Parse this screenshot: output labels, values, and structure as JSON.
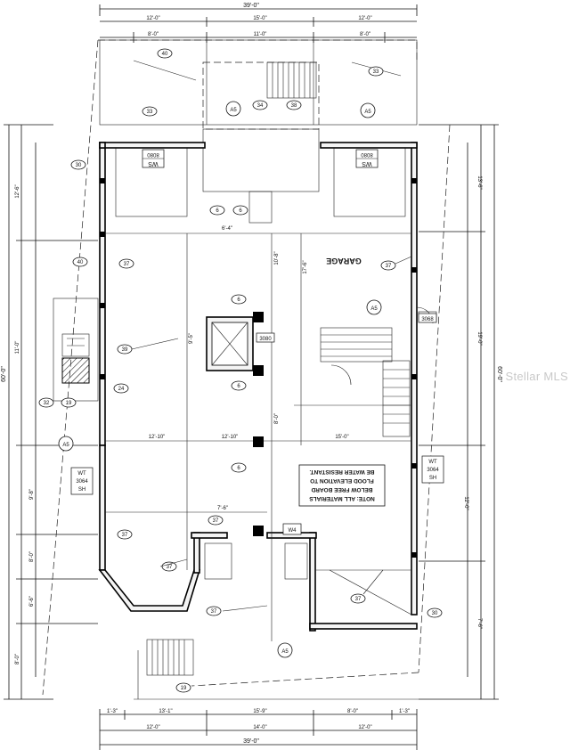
{
  "plan": {
    "rooms": {
      "garage": "GARAGE"
    },
    "overall_dims": {
      "top": "39'-0\"",
      "bottom": "39'-0\"",
      "left": "60'-0\"",
      "right": "60'-0\""
    },
    "top_chain": [
      "12'-0\"",
      "15'-0\"",
      "12'-0\""
    ],
    "top_chain2": [
      "8'-0\"",
      "11'-0\"",
      "8'-0\""
    ],
    "bottom_chain": [
      "1'-3\"",
      "13'-1\"",
      "15'-9\"",
      "8'-0\"",
      "1'-3\""
    ],
    "bottom_chain2": [
      "12'-0\"",
      "14'-0\"",
      "12'-0\""
    ],
    "left_chain": [
      "12'-6\"",
      "11'-0\"",
      "9'-8\"",
      "8'-0\"",
      "6'-6\"",
      "8'-0\""
    ],
    "right_chain": [
      "13'-6\"",
      "19'-0\"",
      "12'-0\"",
      "7'-6\""
    ],
    "interior_dims": [
      "12'-10\"",
      "12'-10\"",
      "15'-0\"",
      "7'-6\"",
      "9'-5\"",
      "8'-0\"",
      "10'-8\"",
      "17'-6\"",
      "6'-4\""
    ],
    "note_lines": [
      "NOTE: ALL MATERIALS",
      "BELOW FREE BOARD",
      "FLOOD ELEVATION TO",
      "BE WATER RESISTANT."
    ],
    "tags": {
      "ws": "WS",
      "ws_size": "8080",
      "wt": "WT",
      "wt_sub": "3064",
      "wt_sub2": "SH",
      "w4": "W4",
      "door": "3080",
      "door2": "3068"
    },
    "section_marks": [
      "A5",
      "A5",
      "A5",
      "A5",
      "A5"
    ],
    "callouts": [
      "40",
      "33",
      "33",
      "34",
      "38",
      "30",
      "37",
      "37",
      "6",
      "6",
      "6",
      "6",
      "6",
      "40",
      "39",
      "24",
      "32",
      "19",
      "37",
      "37",
      "37",
      "37",
      "30",
      "19",
      "37"
    ]
  },
  "watermark": "Stellar MLS"
}
